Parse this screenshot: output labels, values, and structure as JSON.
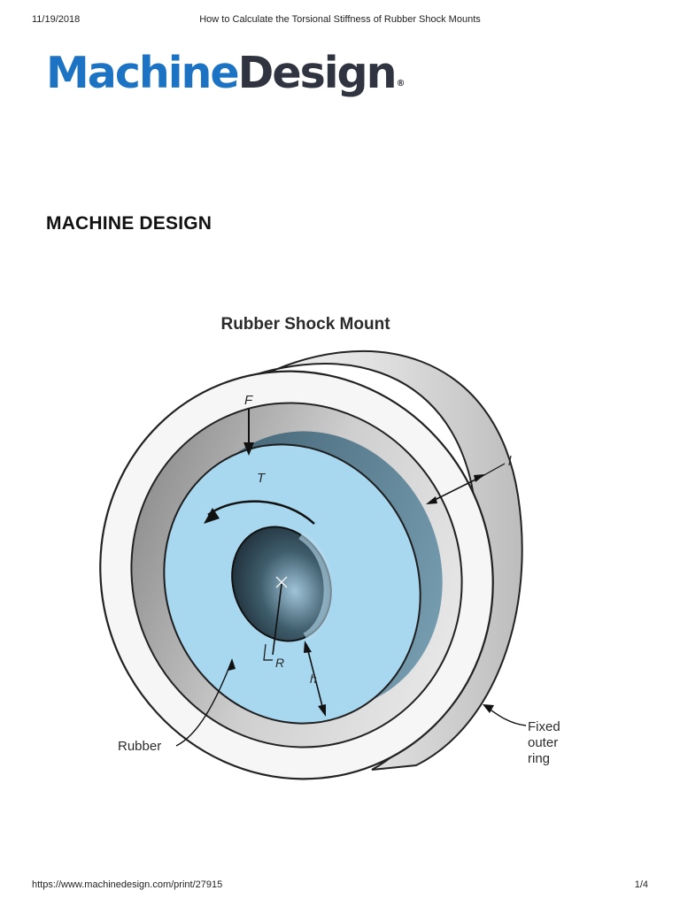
{
  "header": {
    "date": "11/19/2018",
    "title": "How to Calculate the Torsional Stiffness of Rubber Shock Mounts"
  },
  "logo": {
    "part1": "Machine",
    "part2": "Design",
    "mark": "®",
    "colors": {
      "machine": "#1d73c3",
      "design": "#2f3440"
    }
  },
  "section_title": "MACHINE DESIGN",
  "figure": {
    "title": "Rubber Shock Mount",
    "labels": {
      "force": "F",
      "torque": "T",
      "length": "l",
      "radius": "R",
      "height": "h",
      "rubber": "Rubber",
      "outer_ring_line1": "Fixed",
      "outer_ring_line2": "outer",
      "outer_ring_line3": "ring"
    },
    "colors": {
      "rubber": "#a8d8f0",
      "ring": "#e6e6e6"
    }
  },
  "footer": {
    "url": "https://www.machinedesign.com/print/27915",
    "page": "1/4"
  }
}
